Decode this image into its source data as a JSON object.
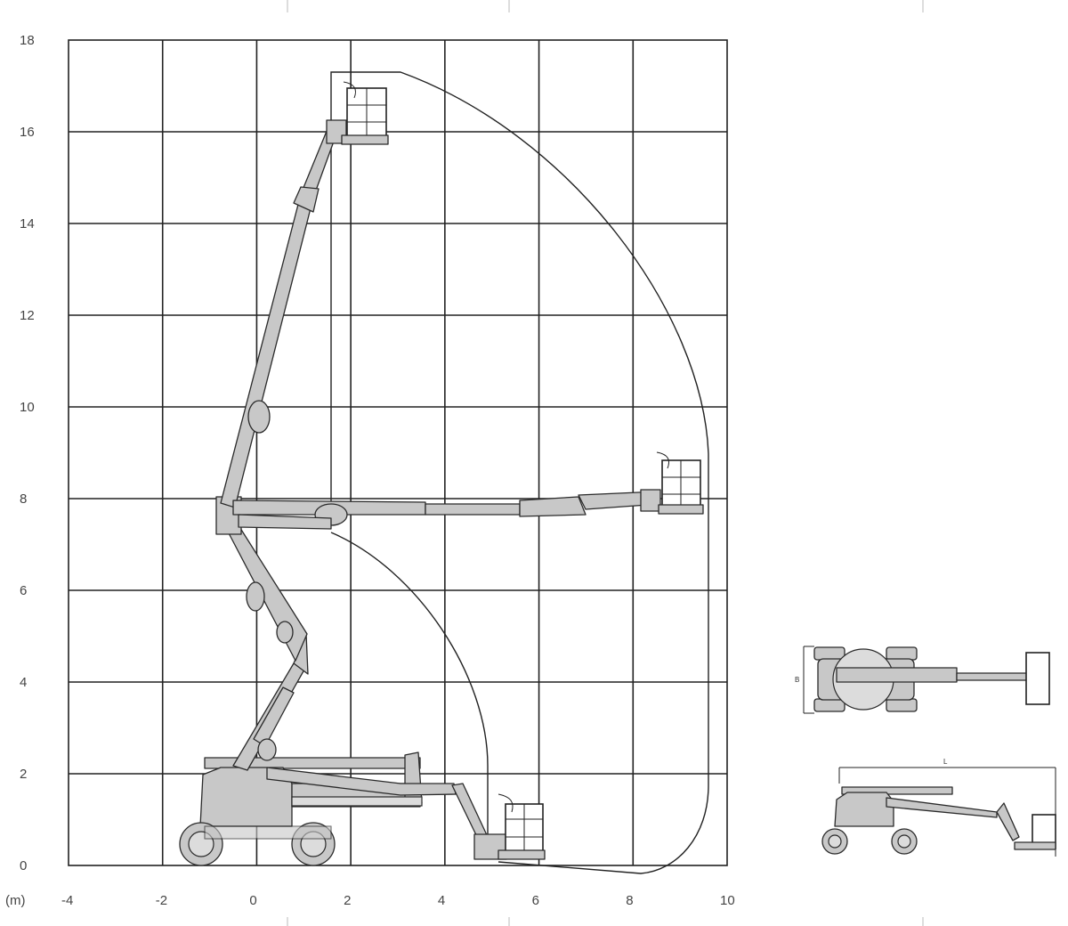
{
  "diagram": {
    "unit_label": "(m)",
    "x_ticks": [
      "-4",
      "-2",
      "0",
      "2",
      "4",
      "6",
      "8",
      "10"
    ],
    "y_ticks": [
      "0",
      "2",
      "4",
      "6",
      "8",
      "10",
      "12",
      "14",
      "16",
      "18"
    ]
  },
  "colors": {
    "machine_fill": "#c8c8c8",
    "line": "#222222",
    "background": "#ffffff"
  },
  "inset_top": {
    "dimension_label": "B"
  },
  "inset_side": {
    "dimension_label": "L"
  }
}
